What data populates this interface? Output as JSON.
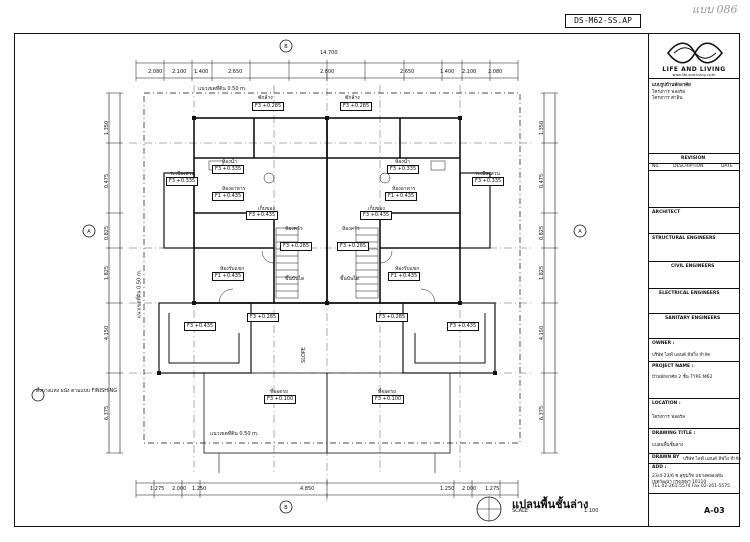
{
  "handwritten_note": "แบบ 086",
  "drawing_code": "DS-M62-SS.AP",
  "title_block": {
    "brand": "LIFE AND LIVING",
    "brand_sub": "www.life-and-living.co.th",
    "owner_label": "แบบรูปบ้านพักอาศัย",
    "owner_lines": [
      "โครงการ ฟลอรัล",
      "โครงการ ศาลิน"
    ],
    "revision_label": "REVISION",
    "revision_cols": [
      "No.",
      "DESCRIPTION",
      "DATE"
    ],
    "architect_label": "ARCHITECT",
    "structural_label": "STRUCTURAL ENGINEERS",
    "civil_label": "CIVIL ENGINEERS",
    "electrical_label": "ELECTRICAL ENGINEERS",
    "sanitary_label": "SANITARY ENGINEERS",
    "owner2_label": "OWNER :",
    "owner2_value": "บริษัท ไลฟ์ แอนด์ ลีฟวิ่ง จำกัด",
    "project_label": "PROJECT NAME :",
    "project_value": "บ้านพักอาศัย 2 ชั้น TYPE:M62",
    "location_label": "LOCATION :",
    "location_value": "โครงการ ฟลอรัล",
    "drawing_title_label": "DRAWING TITLE :",
    "drawing_title_value": "แปลนพื้นชั้นล่าง",
    "drawn_by_label": "DRAWN BY",
    "drawn_by_value": "บริษัท ไลฟ์ แอนด์ ลีฟวิ่ง จำกัด",
    "add_label": "ADD :",
    "address_lines": [
      "23/4-23/6 ซ.สุขุมวิท แขวงคลองตัน",
      "เขตวัฒนา กรุงเทพฯ 10110",
      "TEL 02-261-5574 Fax 02-261-5575"
    ],
    "sheet_no": "A-03"
  },
  "plan": {
    "title": "แปลนพื้นชั้นล่าง",
    "scale_label": "SCALE",
    "scale_value": "1:100",
    "overall_dim": "14.700",
    "top_dims": [
      "2.080",
      "2.100",
      "1.400",
      "2.650",
      "2.800",
      "2.650",
      "1.400",
      "2.100",
      "2.080"
    ],
    "bottom_dims": [
      "1.275",
      "2.000",
      "1.250",
      "4.850",
      "1.250",
      "2.000",
      "1.275"
    ],
    "left_dims": [
      "1.350",
      "0.475",
      "0.825",
      "1.825",
      "4.150",
      "6.375"
    ],
    "right_dims": [
      "1.350",
      "0.475",
      "0.825",
      "1.825",
      "4.150",
      "6.375"
    ],
    "boundary_top": "แนวเขตที่ดิน 0.50 m.",
    "boundary_bottom": "แนวเขตที่ดิน 0.50 m.",
    "boundary_side": "แนวเขตที่ดิน 0.50 m.",
    "section_marks": [
      "A",
      "A",
      "B",
      "B"
    ],
    "note": "ตั้งบางแห่ง ผนัง ตามแบบ FINISHING",
    "slope_label": "SLOPE",
    "rooms": [
      {
        "name": "ซักล้าง",
        "tag": "F3",
        "level": "+0.285"
      },
      {
        "name": "ซักล้าง",
        "tag": "F3",
        "level": "+0.285"
      },
      {
        "name": "ห้องน้ำ",
        "tag": "F3",
        "level": "+0.335"
      },
      {
        "name": "ห้องน้ำ",
        "tag": "F3",
        "level": "+0.335"
      },
      {
        "name": "ระเบียงสวน",
        "tag": "F3",
        "level": "+0.335"
      },
      {
        "name": "ระเบียงสวน",
        "tag": "F3",
        "level": "+0.335"
      },
      {
        "name": "ห้องอาหาร",
        "tag": "F1",
        "level": "+0.435"
      },
      {
        "name": "ห้องอาหาร",
        "tag": "F1",
        "level": "+0.435"
      },
      {
        "name": "ห้องครัว",
        "tag": "F3",
        "level": "+0.285"
      },
      {
        "name": "ห้องครัว",
        "tag": "F3",
        "level": "+0.285"
      },
      {
        "name": "เก็บของ",
        "tag": "F3",
        "level": "+0.435"
      },
      {
        "name": "เก็บของ",
        "tag": "F3",
        "level": "+0.435"
      },
      {
        "name": "ห้องรับแขก",
        "tag": "F1",
        "level": "+0.435"
      },
      {
        "name": "ห้องรับแขก",
        "tag": "F1",
        "level": "+0.435"
      },
      {
        "name": "",
        "tag": "F3",
        "level": "+0.435"
      },
      {
        "name": "",
        "tag": "F3",
        "level": "+0.435"
      },
      {
        "name": "ที่จอดรถ",
        "tag": "F3",
        "level": "+0.100"
      },
      {
        "name": "ที่จอดรถ",
        "tag": "F3",
        "level": "+0.100"
      }
    ],
    "extra_levels": [
      "F3 +0.285",
      "F3 +0.285"
    ],
    "up_labels": [
      "ขึ้นบันได",
      "ขึ้นบันได"
    ]
  },
  "colors": {
    "ink": "#111111",
    "paper": "#ffffff",
    "faint": "#999999"
  }
}
